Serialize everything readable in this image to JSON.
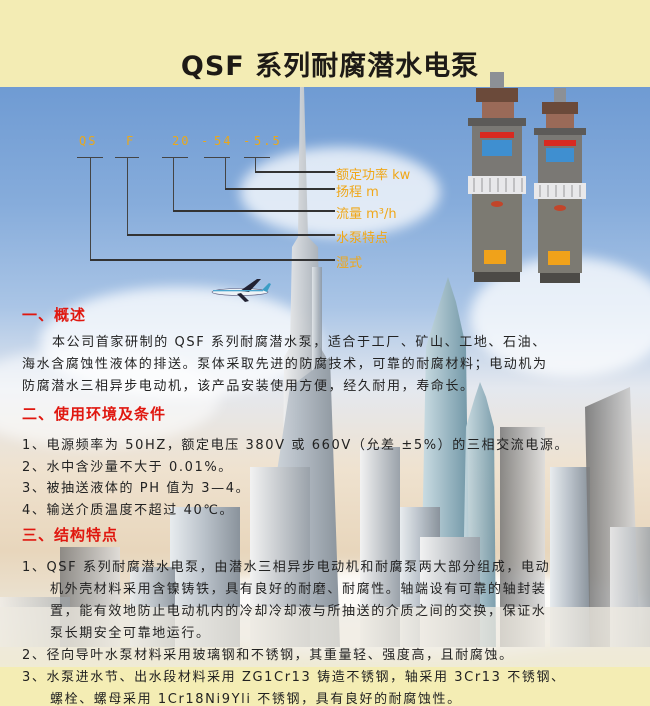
{
  "title": "QSF 系列耐腐潜水电泵",
  "model_diagram": {
    "code_parts": [
      "QS",
      "F",
      "20",
      "54",
      "5.5"
    ],
    "code_display": [
      "QS",
      "F",
      "20-54-5.5"
    ],
    "legend": [
      "额定功率 kw",
      "扬程 m",
      "流量 m³/h",
      "水泵特点",
      "湿式"
    ]
  },
  "sections": [
    {
      "heading": "一、概述",
      "lines": [
        "本公司首家研制的 QSF 系列耐腐潜水泵，适合于工厂、矿山、工地、石油、",
        "海水含腐蚀性液体的排送。泵体采取先进的防腐技术，可靠的耐腐材料；电动机为",
        "防腐潜水三相异步电动机，该产品安装使用方便，经久耐用，寿命长。"
      ]
    },
    {
      "heading": "二、使用环境及条件",
      "lines": [
        "1、电源频率为 50HZ，额定电压 380V 或 660V（允差 ±5%）的三相交流电源。",
        "2、水中含沙量不大于 0.01%。",
        "3、被抽送液体的 PH 值为 3—4。",
        "4、输送介质温度不超过 40℃。"
      ]
    },
    {
      "heading": "三、结构特点",
      "lines": [
        "1、QSF 系列耐腐潜水电泵，由潜水三相异步电动机和耐腐泵两大部分组成，电动",
        "机外壳材料采用含镍铸铁，具有良好的耐磨、耐腐性。轴端设有可靠的轴封装",
        "置，能有效地防止电动机内的冷却冷却液与所抽送的介质之间的交换，保证水",
        "泵长期安全可靠地运行。",
        "2、径向导叶水泵材料采用玻璃钢和不锈钢，其重量轻、强度高，且耐腐蚀。",
        "3、水泵进水节、出水段材料采用 ZG1Cr13 铸造不锈钢，轴采用 3Cr13 不锈钢、",
        "螺栓、螺母采用 1Cr18Ni9Yli  不锈钢，具有良好的耐腐蚀性。"
      ]
    }
  ],
  "colors": {
    "title": "#1d1a16",
    "heading": "#e0170f",
    "code": "#e9a81b",
    "legend": "#f0a718",
    "band": "#f4edb4",
    "sky": "#6f9bd3"
  }
}
